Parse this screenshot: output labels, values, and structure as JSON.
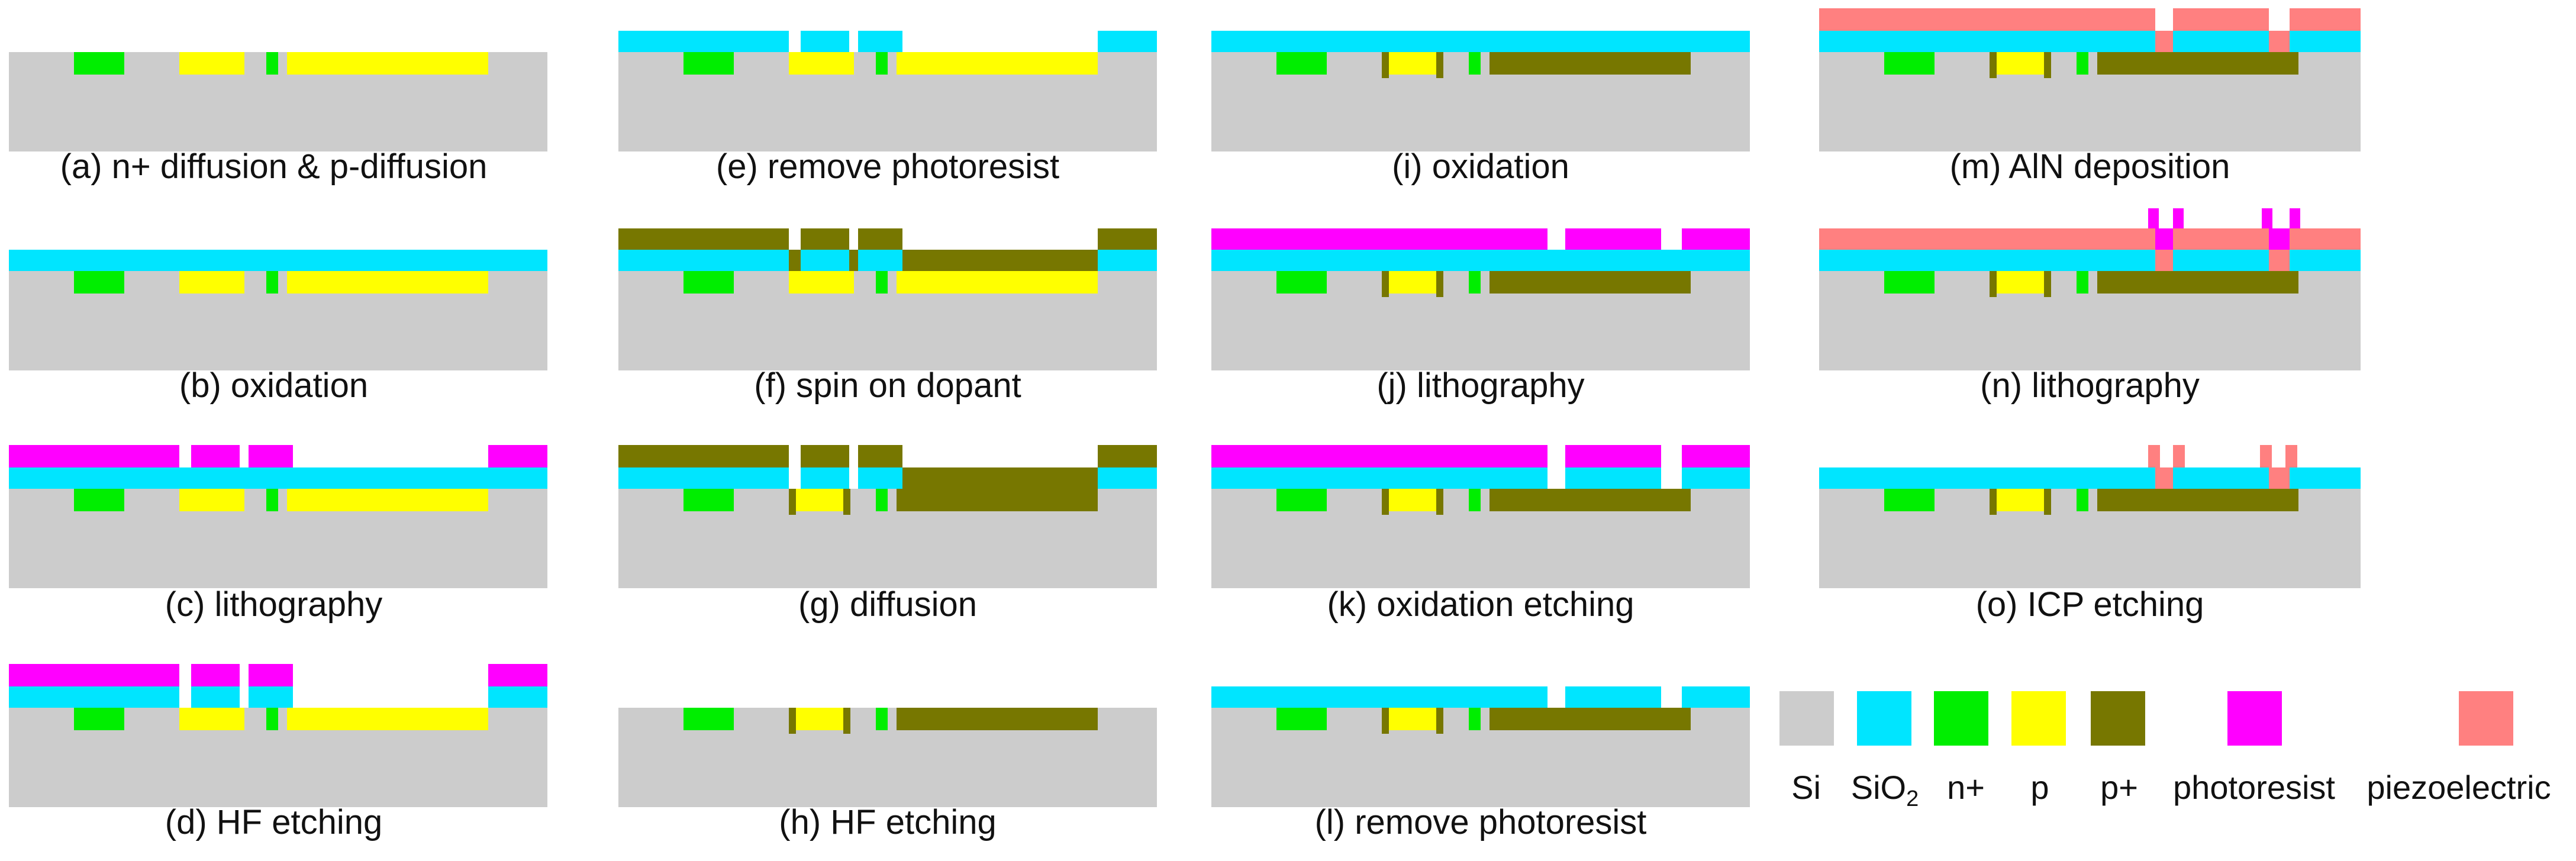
{
  "colors": {
    "si": "#cccccc",
    "sio2": "#00e5ff",
    "n_plus": "#00ee00",
    "p": "#ffff00",
    "p_plus": "#777700",
    "photoresist": "#ff00ff",
    "piezoelectric": "#ff8080"
  },
  "steps": [
    {
      "id": "a",
      "label": "(a) n+ diffusion & p-diffusion"
    },
    {
      "id": "b",
      "label": "(b) oxidation"
    },
    {
      "id": "c",
      "label": "(c) lithography"
    },
    {
      "id": "d",
      "label": "(d) HF etching"
    },
    {
      "id": "e",
      "label": "(e) remove photoresist"
    },
    {
      "id": "f",
      "label": "(f) spin on dopant"
    },
    {
      "id": "g",
      "label": "(g) diffusion"
    },
    {
      "id": "h",
      "label": "(h) HF etching"
    },
    {
      "id": "i",
      "label": "(i) oxidation"
    },
    {
      "id": "j",
      "label": "(j) lithography"
    },
    {
      "id": "k",
      "label": "(k) oxidation etching"
    },
    {
      "id": "l",
      "label": "(l) remove photoresist"
    },
    {
      "id": "m",
      "label": "(m) AlN deposition"
    },
    {
      "id": "n",
      "label": "(n) lithography"
    },
    {
      "id": "o",
      "label": "(o) ICP etching"
    }
  ],
  "legend": {
    "si": "Si",
    "sio2_main": "SiO",
    "sio2_sub": "2",
    "n_plus": "n+",
    "p": "p",
    "p_plus": "p+",
    "photoresist": "photoresist",
    "piezoelectric": "piezoelectric"
  }
}
